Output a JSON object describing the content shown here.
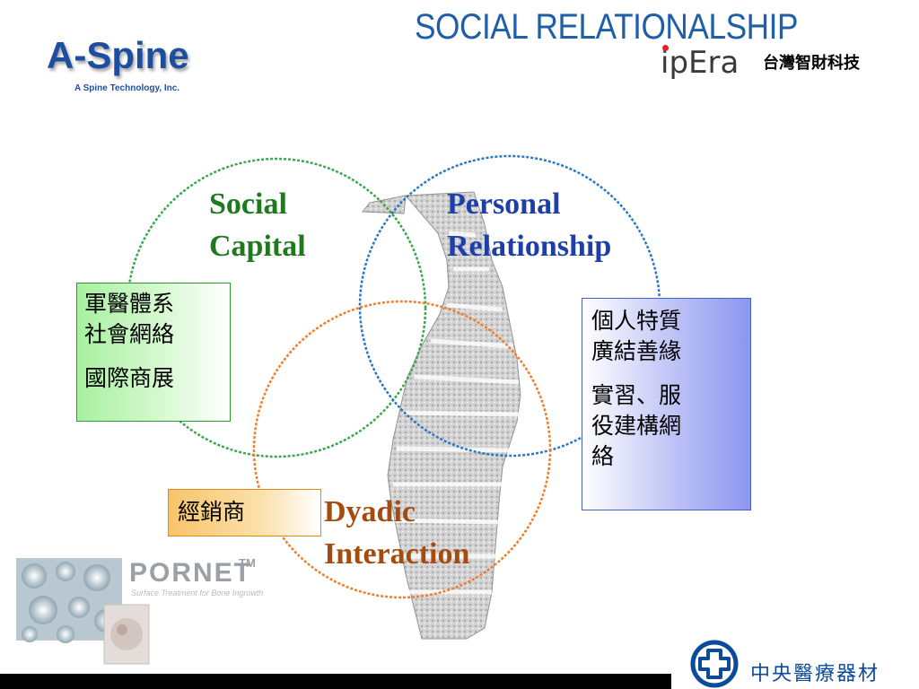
{
  "header": {
    "title": "SOCIAL RELATIONALSHIP",
    "logo_main": "A-Spine",
    "logo_sub": "A Spine Technology, Inc.",
    "ipera_logo": "ipEra",
    "ipera_cn": "台灣智財科技"
  },
  "diagram": {
    "circles": [
      {
        "name": "Social Capital",
        "color": "#39a84a"
      },
      {
        "name": "Personal Relationship",
        "color": "#2a78c2"
      },
      {
        "name": "Dyadic Interaction",
        "color": "#ef7d2a"
      }
    ],
    "labels": {
      "social": [
        "Social",
        "Capital"
      ],
      "personal": [
        "Personal",
        "Relationship"
      ],
      "dyadic": [
        "Dyadic",
        "Interaction"
      ]
    },
    "boxes": {
      "green": [
        "軍醫體系",
        "社會網絡",
        "國際商展"
      ],
      "blue": [
        "個人特質",
        "廣結善緣",
        "實習、服",
        "役建構網",
        "絡"
      ],
      "orange": [
        "經銷商"
      ]
    }
  },
  "product": {
    "name": "PORNET",
    "tm": "TM",
    "tagline": "Surface Treatment for Bone Ingrowth",
    "icon": "bone-tissue-image-icon"
  },
  "footer": {
    "company_cn": "中央醫療器材",
    "logo_icon": "medical-cross-logo-icon"
  },
  "colors": {
    "title": "#1f5fa8",
    "social": "#1f7a1f",
    "personal": "#1f3fa8",
    "dyadic": "#a44b10"
  }
}
